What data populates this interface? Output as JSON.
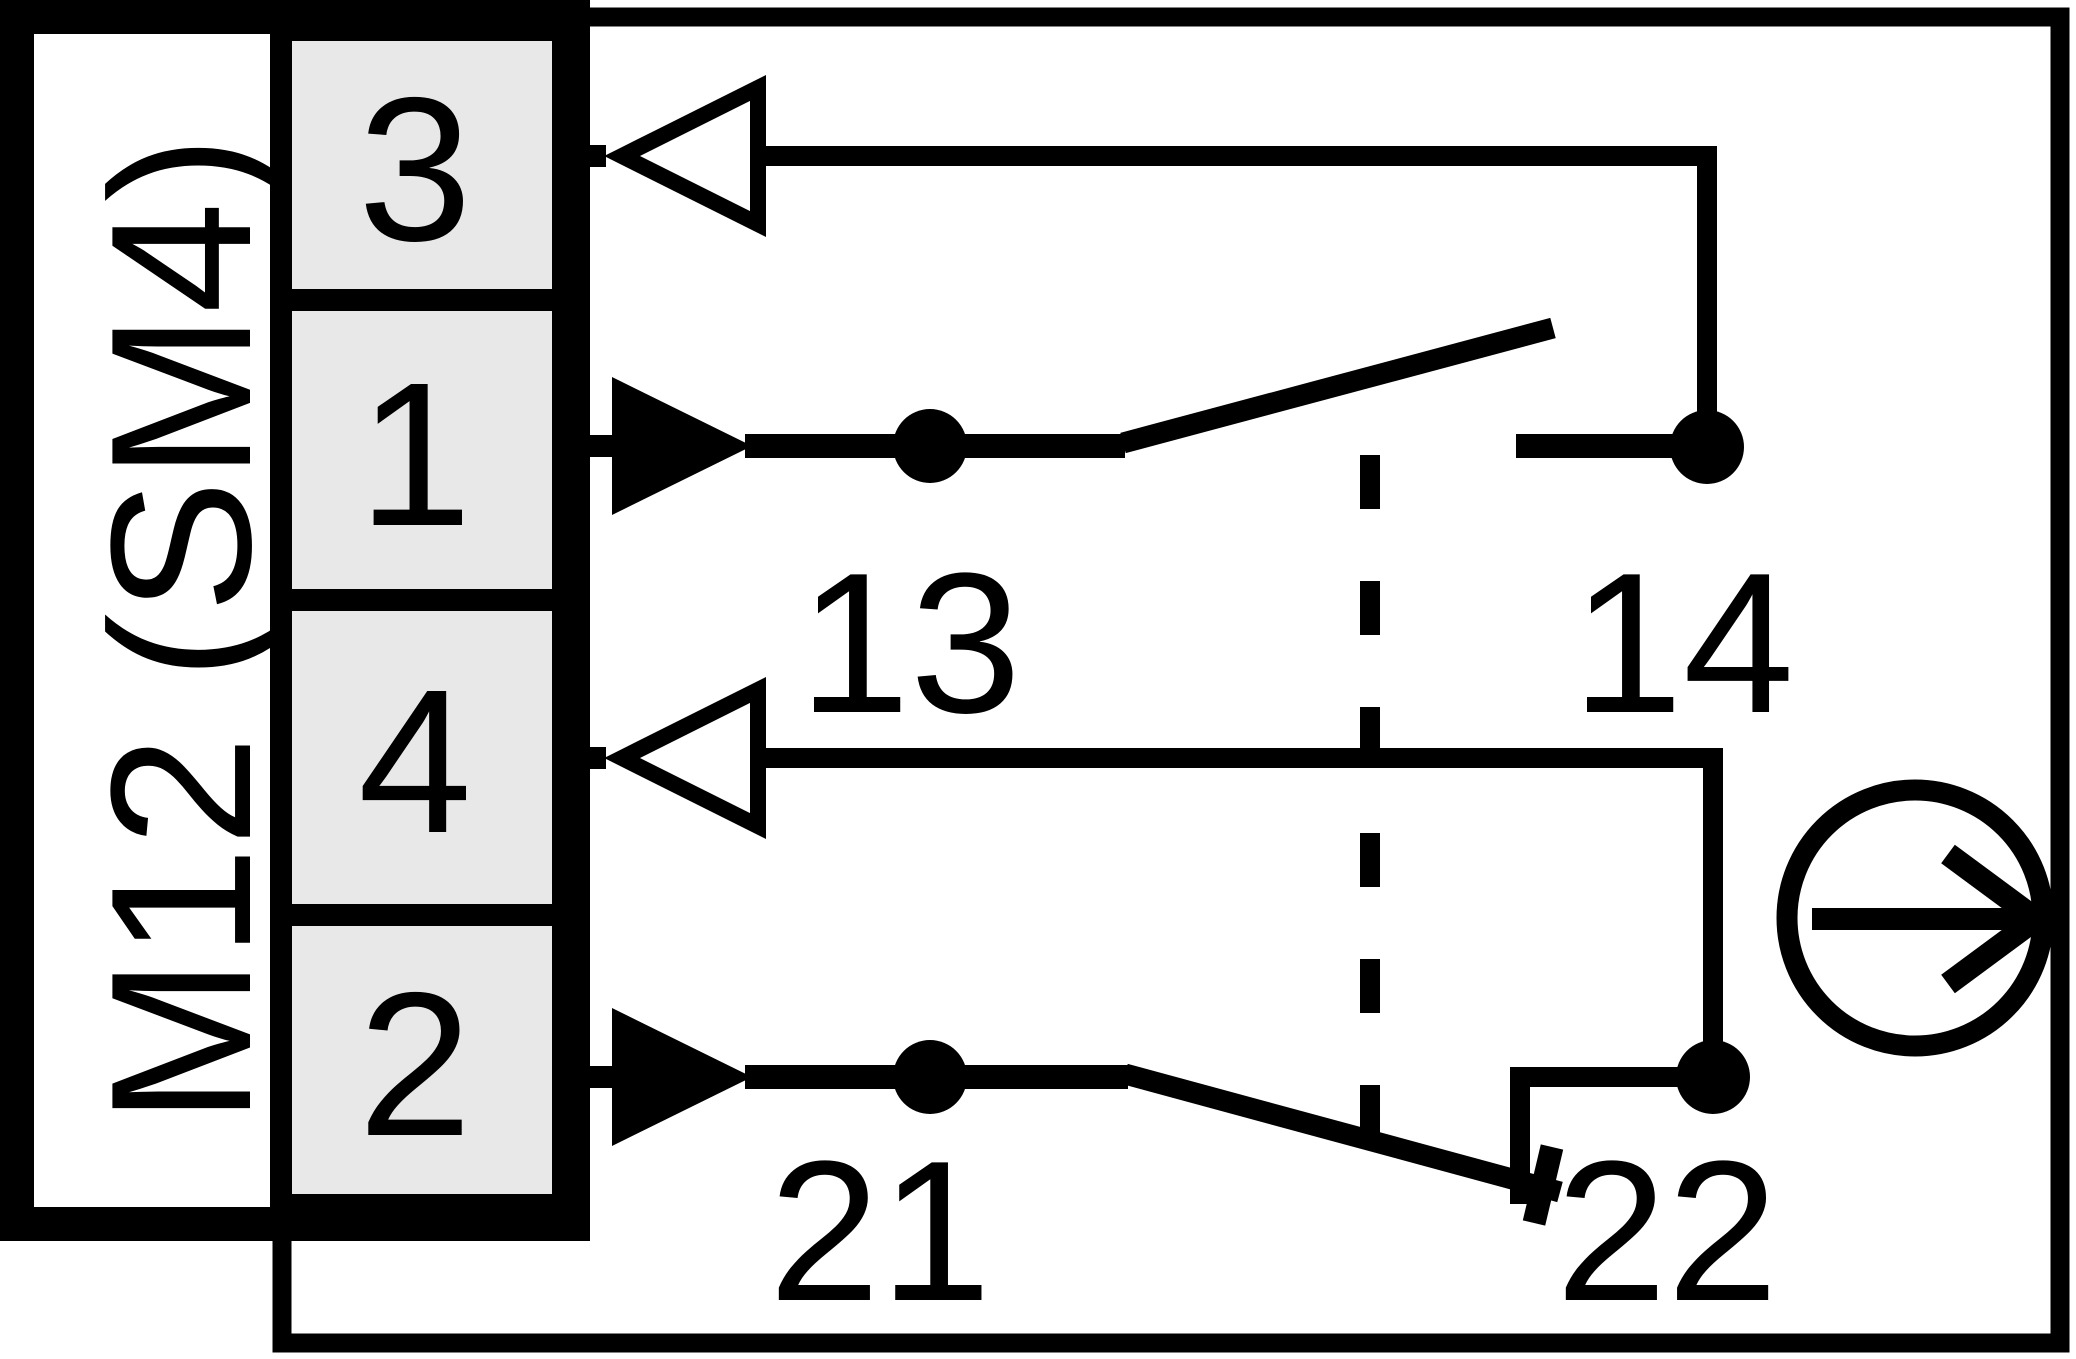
{
  "diagram": {
    "title_semantic": "wiring-diagram-safety-switch",
    "connector": {
      "label": "M12 (SM4)",
      "pins": [
        {
          "number": "3"
        },
        {
          "number": "1"
        },
        {
          "number": "4"
        },
        {
          "number": "2"
        }
      ]
    },
    "contacts": {
      "no_contact": {
        "type": "normally-open",
        "terminal_left": "13",
        "terminal_right": "14"
      },
      "nc_contact": {
        "type": "normally-closed",
        "terminal_left": "21",
        "terminal_right": "22"
      }
    },
    "icons": {
      "output_arrow": "open-arrow-left-icon",
      "input_arrow": "filled-arrow-right-icon",
      "actuation": "circle-right-arrow-icon",
      "mechanical_link": "dashed-link-line"
    },
    "colors": {
      "line": "#000000",
      "pin_cell_fill": "#e8e8e8",
      "background": "#ffffff"
    }
  }
}
